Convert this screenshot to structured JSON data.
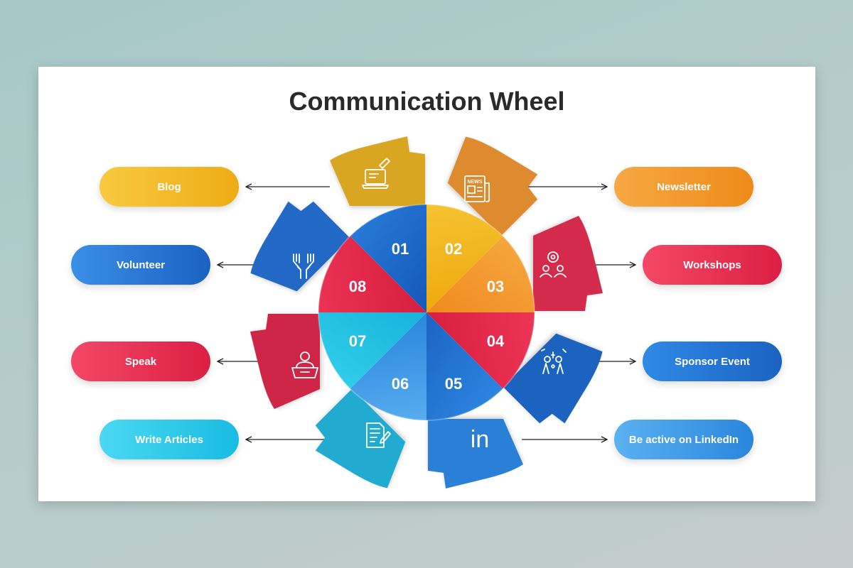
{
  "title": "Communication Wheel",
  "segments": [
    {
      "number": "01",
      "label": "Blog",
      "icon": "laptop-chat-icon",
      "color": "#f3b61d"
    },
    {
      "number": "02",
      "label": "Newsletter",
      "icon": "newspaper-icon",
      "color": "#f29a2e"
    },
    {
      "number": "03",
      "label": "Workshops",
      "icon": "workshop-team-icon",
      "color": "#e5274b"
    },
    {
      "number": "04",
      "label": "Sponsor Event",
      "icon": "celebration-people-icon",
      "color": "#2278d4"
    },
    {
      "number": "05",
      "label": "Be active on LinkedIn",
      "icon": "linkedin-icon",
      "color": "#3a9be6"
    },
    {
      "number": "06",
      "label": "Write Articles",
      "icon": "document-pen-icon",
      "color": "#27c6e6"
    },
    {
      "number": "07",
      "label": "Speak",
      "icon": "speaker-podium-icon",
      "color": "#e5274b"
    },
    {
      "number": "08",
      "label": "Volunteer",
      "icon": "raised-hands-icon",
      "color": "#1f6fcf"
    }
  ],
  "icon_text": {
    "newspaper": "NEWS",
    "linkedin": "in"
  }
}
